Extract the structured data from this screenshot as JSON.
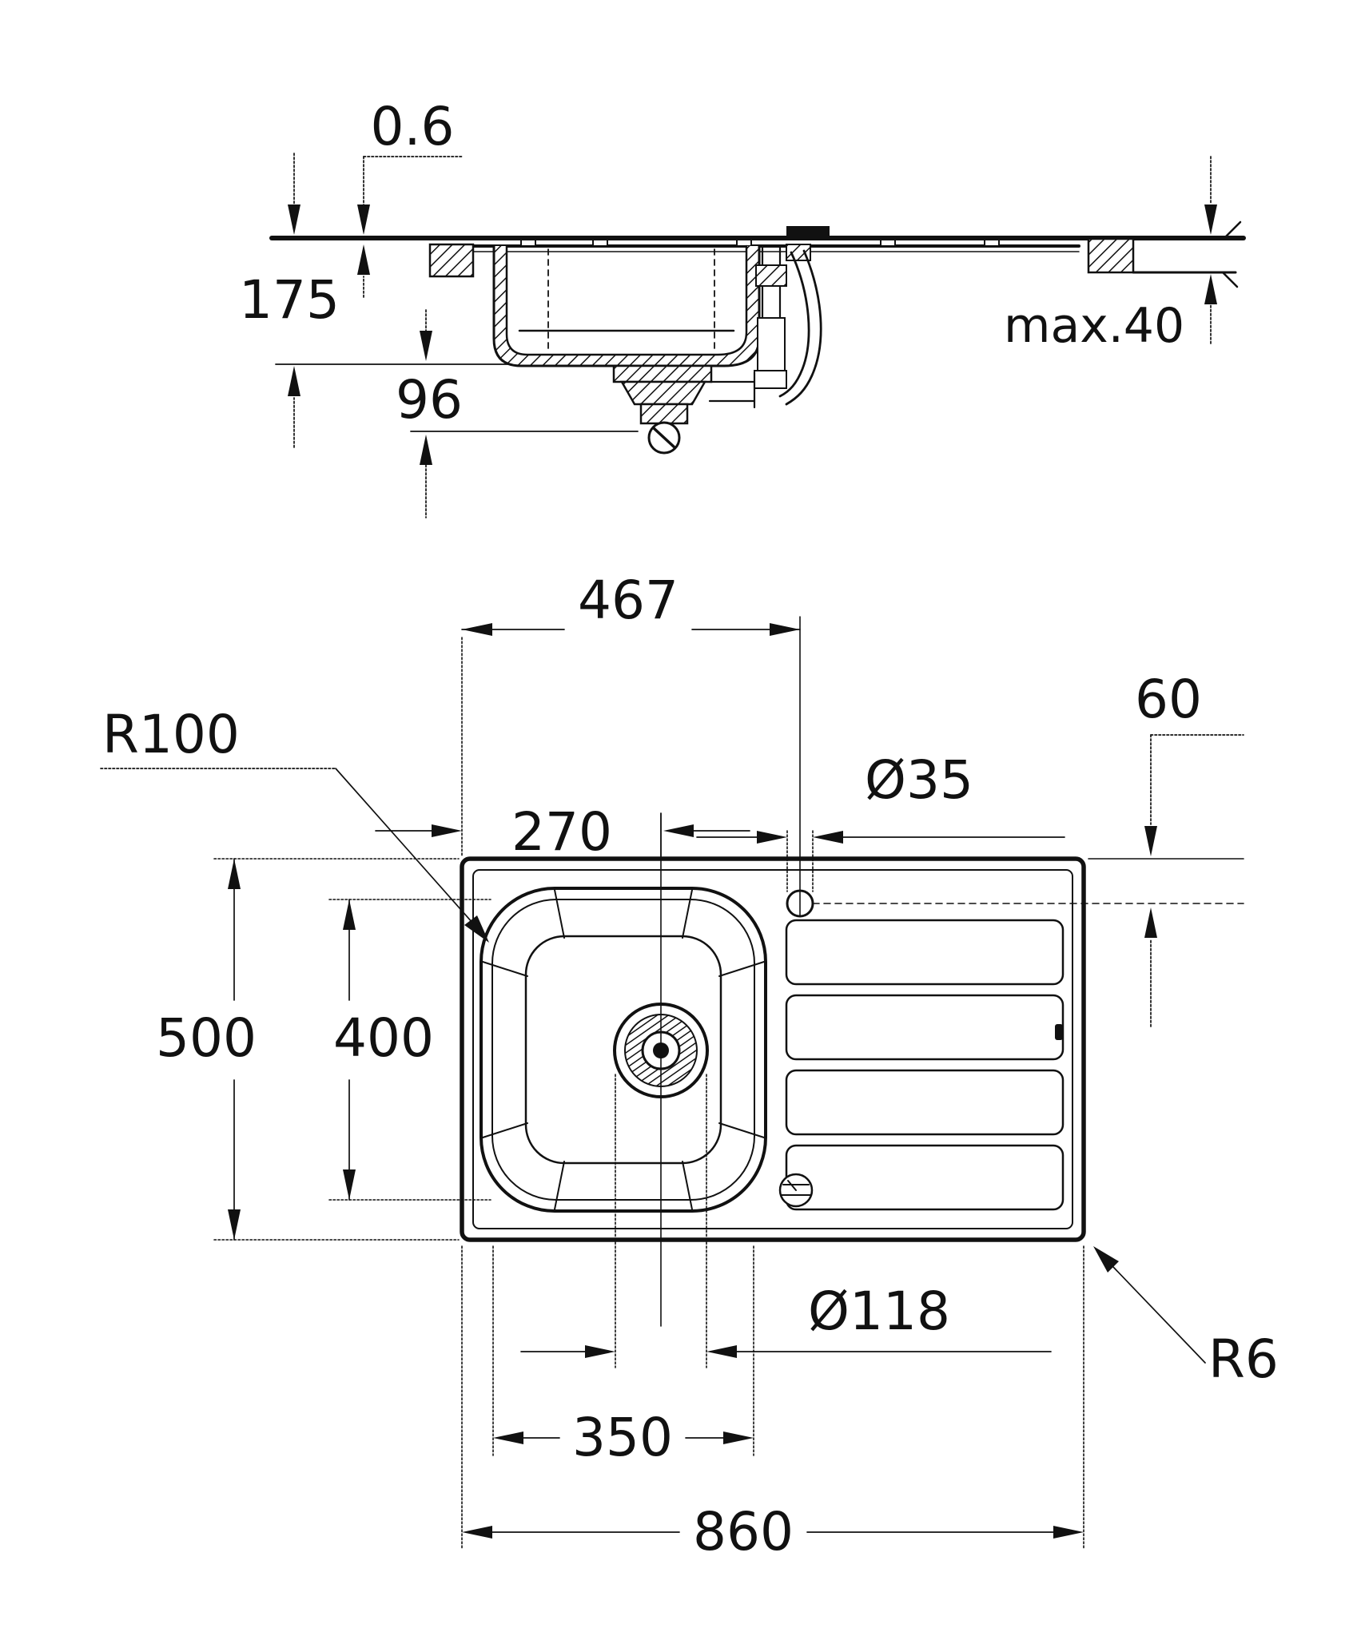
{
  "drawing": {
    "type": "technical-dimension-drawing",
    "subject": "kitchen sink with single bowl and drainer",
    "line_color": "#111111",
    "background": "#ffffff",
    "side_view": {
      "dims": {
        "sheet_thickness": "0.6",
        "bowl_depth": "175",
        "drain_clearance": "96",
        "counter_thickness": "max.40"
      }
    },
    "plan_view": {
      "dims": {
        "tap_center_from_left_edge": "467",
        "bowl_center_from_left_edge": "270",
        "tap_hole_diameter": "Ø35",
        "tap_center_from_back_edge": "60",
        "bowl_corner_radius": "R100",
        "overall_depth": "500",
        "bowl_inner_length": "400",
        "drain_diameter": "Ø118",
        "bowl_inner_width": "350",
        "overall_width": "860",
        "outer_corner_radius": "R6"
      }
    }
  }
}
